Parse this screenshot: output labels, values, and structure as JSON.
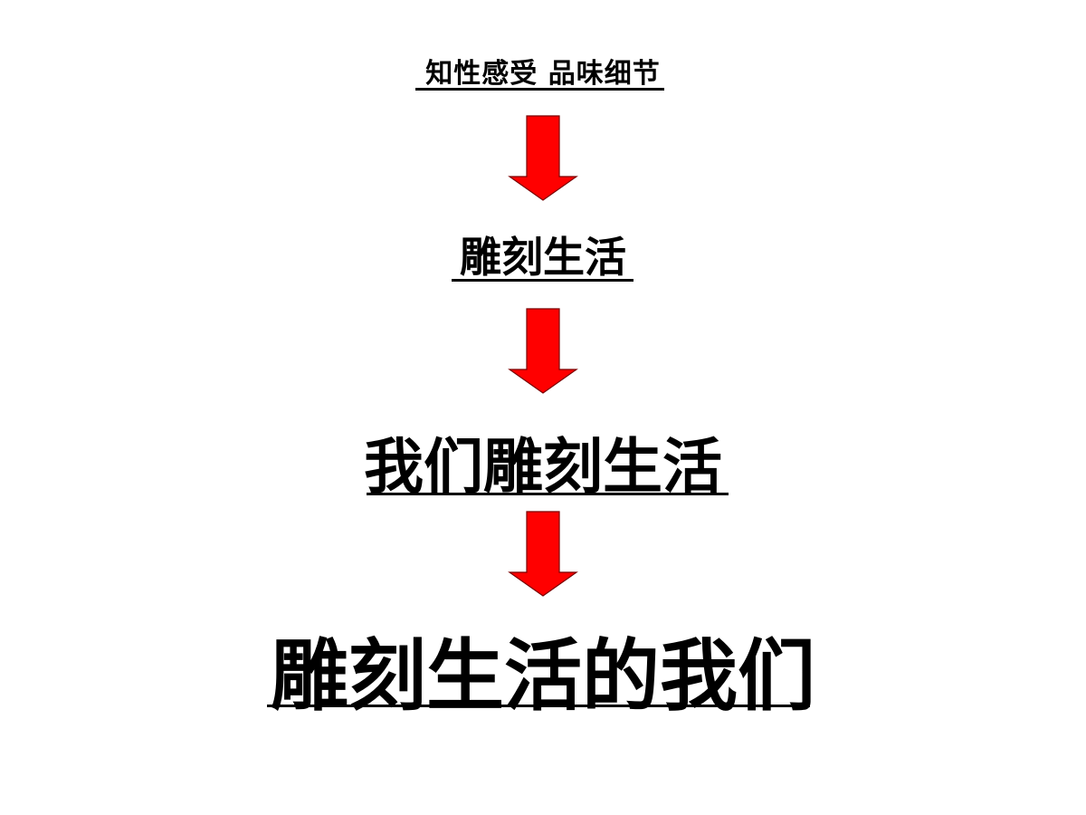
{
  "diagram": {
    "type": "vertical-flow",
    "colors": {
      "arrow_fill": "#ff0000",
      "arrow_stroke": "#7a0000",
      "text": "#000000",
      "background": "#ffffff"
    },
    "steps": [
      {
        "text": "知性感受 品味细节"
      },
      {
        "text": "雕刻生活"
      },
      {
        "text": "我们雕刻生活"
      },
      {
        "text": "雕刻生活的我们"
      }
    ],
    "arrows": [
      {
        "icon": "down-arrow-icon",
        "from": 0,
        "to": 1
      },
      {
        "icon": "down-arrow-icon",
        "from": 1,
        "to": 2
      },
      {
        "icon": "down-arrow-icon",
        "from": 2,
        "to": 3
      }
    ]
  }
}
